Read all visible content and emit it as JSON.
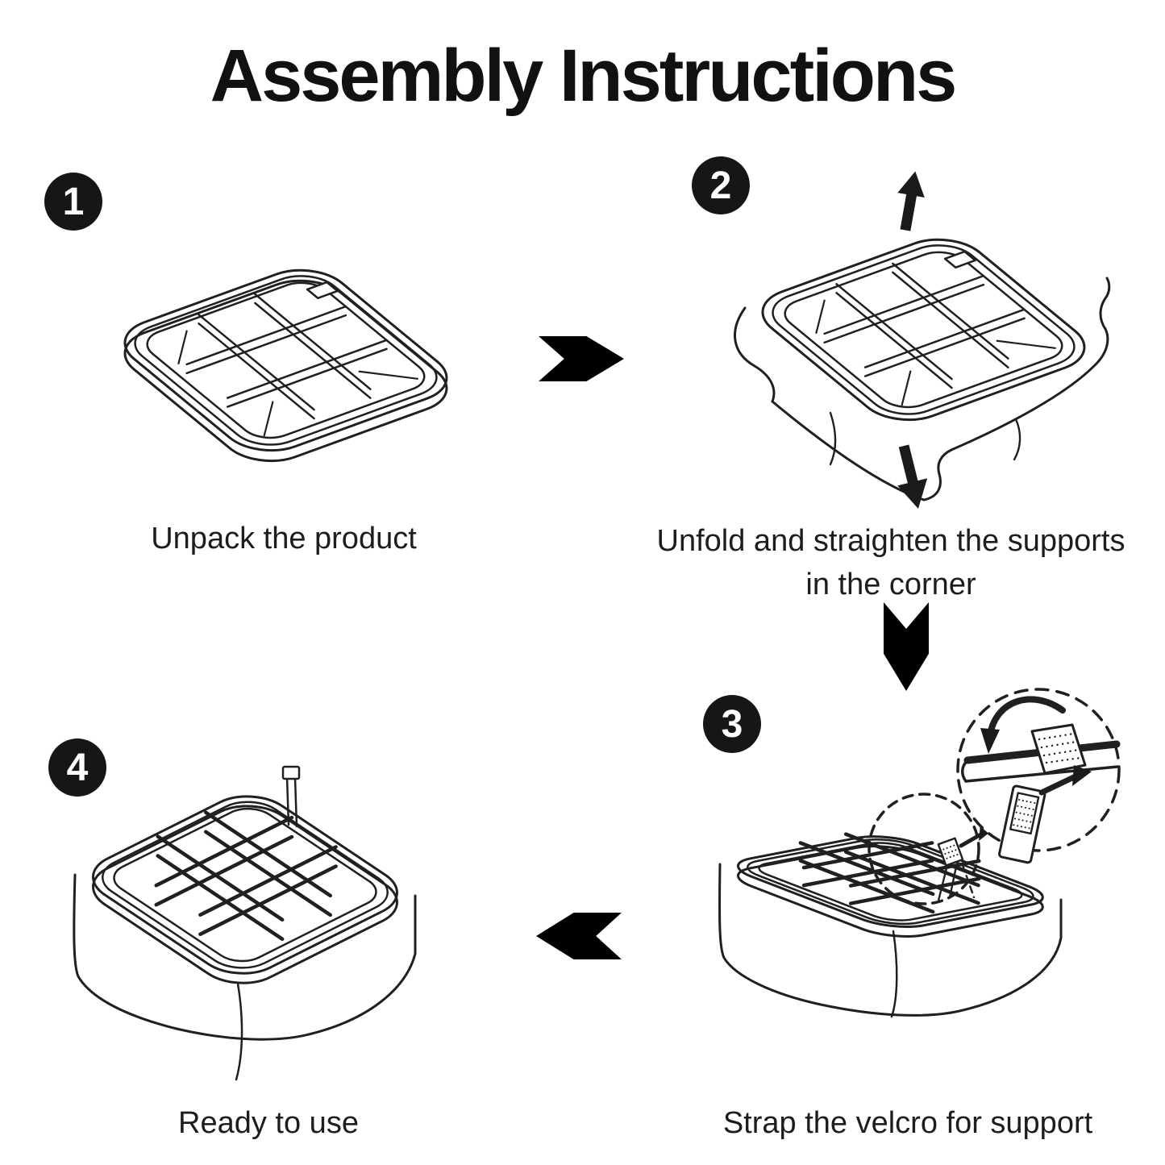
{
  "title": "Assembly Instructions",
  "colors": {
    "ink": "#1d1d1b",
    "background": "#ffffff",
    "badge_background": "#161616",
    "badge_text": "#ffffff",
    "arrow": "#000000"
  },
  "steps": [
    {
      "number": "1",
      "caption_lines": [
        "Unpack the product"
      ],
      "illustration": "flat-folded-organizer-tray"
    },
    {
      "number": "2",
      "caption_lines": [
        "Unfold and straighten the supports",
        "in the corner"
      ],
      "illustration": "organizer-with-fabric-sides-and-pull-arrows"
    },
    {
      "number": "3",
      "caption_lines": [
        "Strap the velcro for support"
      ],
      "illustration": "assembled-organizer-with-velcro-callout"
    },
    {
      "number": "4",
      "caption_lines": [
        "Ready to use"
      ],
      "illustration": "assembled-organizer-box"
    }
  ],
  "flow_arrows": [
    {
      "id": "step1-to-step2",
      "direction": "right"
    },
    {
      "id": "step2-to-step3",
      "direction": "down"
    },
    {
      "id": "step3-to-step4",
      "direction": "left"
    }
  ],
  "illustration_icons": [
    "pull-up-arrow-icon",
    "pull-down-arrow-icon",
    "velcro-patch-icon",
    "magnifier-dashed-circle-icon",
    "fold-over-curved-arrow-icon"
  ]
}
